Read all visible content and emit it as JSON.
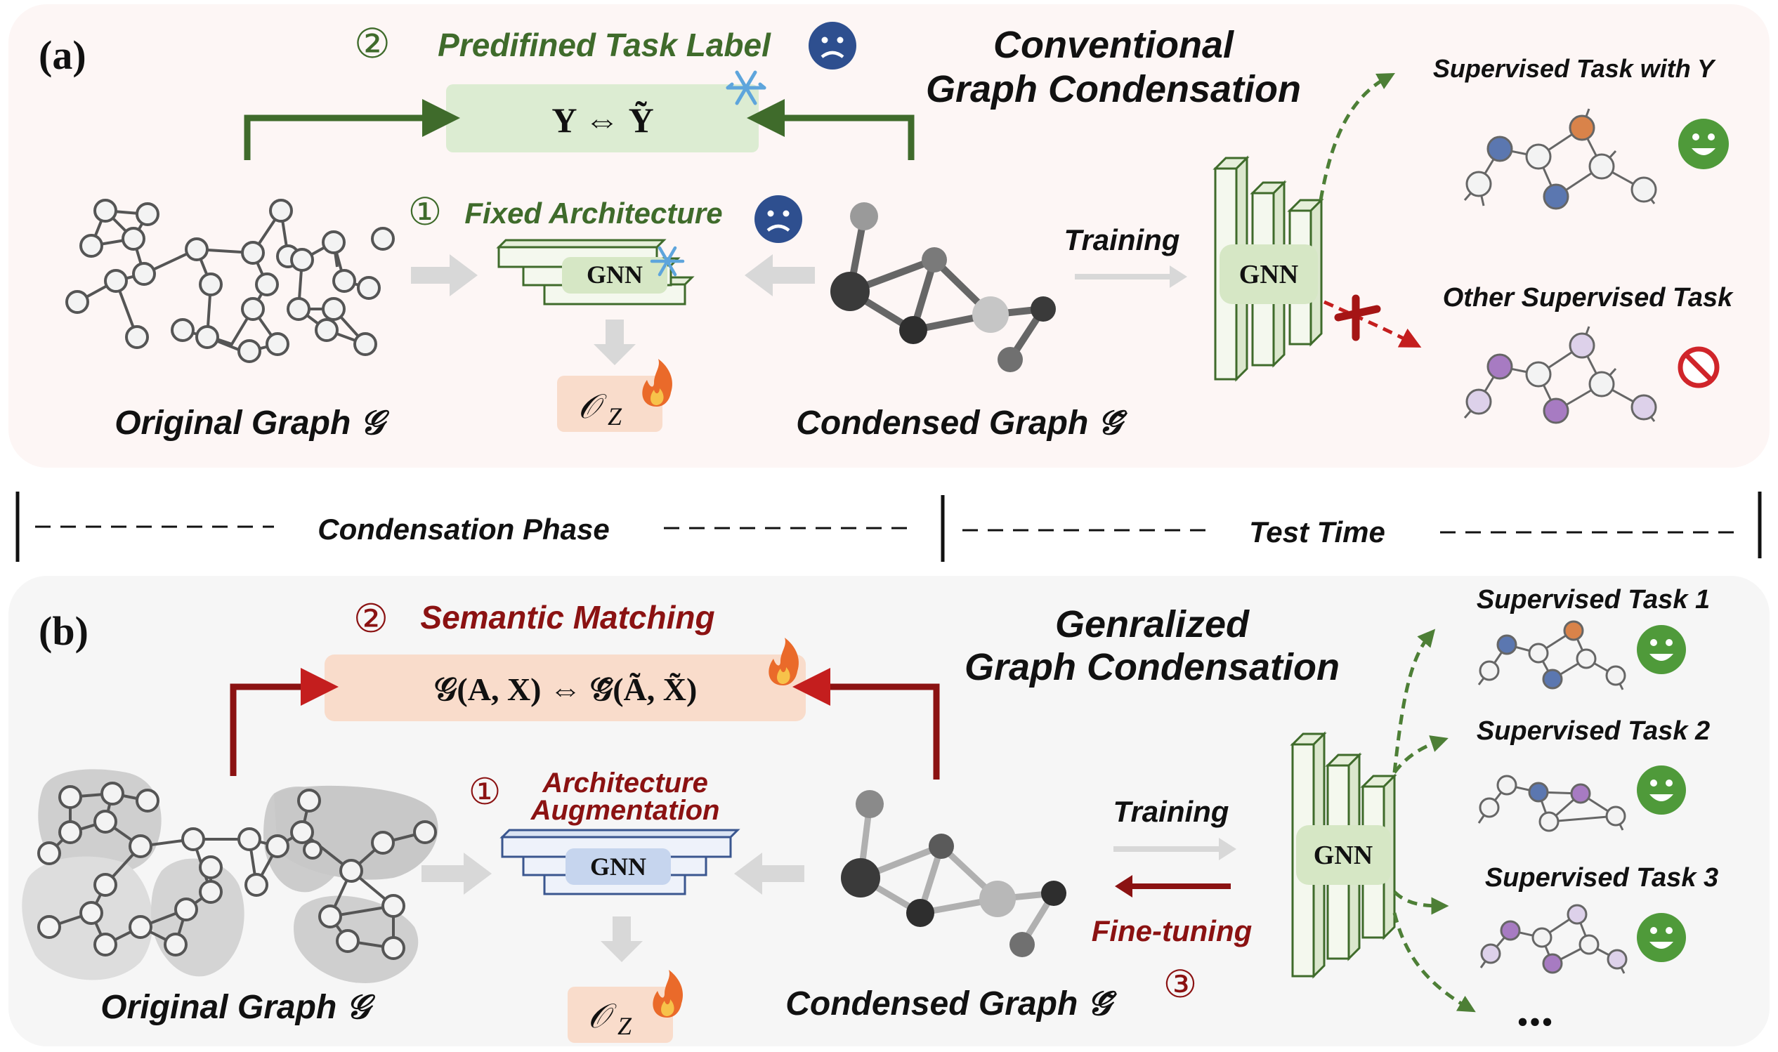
{
  "colors": {
    "green_dark": "#3f6b2b",
    "red_dark": "#8b1212",
    "green_box": "#dcecd2",
    "peach_box": "#f9dccb",
    "panel_a": "#fdf6f5",
    "panel_b": "#f6f6f6",
    "gnn_green": "#d6e7c5",
    "gnn_blue": "#c6d5ee",
    "node_blue": "#5b77b0",
    "node_orange": "#d9834a",
    "node_purple": "#a77bc2",
    "node_lilac": "#ddd1ea"
  },
  "panel_a": {
    "tag": "(a)",
    "title_line1": "Conventional",
    "title_line2": "Graph Condensation",
    "step2_num": "②",
    "step2_label": "Predifined Task Label",
    "match_formula": "Y ⇔ Ỹ",
    "step1_num": "①",
    "step1_label": "Fixed Architecture",
    "gnn_label": "GNN",
    "objective": "𝒪",
    "objective_sub": "Z",
    "original_label": "Original Graph 𝒢",
    "condensed_label": "Condensed Graph 𝒢̃",
    "training_label": "Training",
    "test_gnn_label": "GNN",
    "task1_label": "Supervised Task with Y",
    "task2_label": "Other Supervised Task"
  },
  "divider": {
    "left_label": "Condensation Phase",
    "right_label": "Test Time"
  },
  "panel_b": {
    "tag": "(b)",
    "title_line1": "Genralized",
    "title_line2": "Graph Condensation",
    "step2_num": "②",
    "step2_label": "Semantic Matching",
    "match_formula": "𝒢(A, X) ⇔ 𝒢̃(Ã, X̃)",
    "step1_num": "①",
    "step1_label_line1": "Architecture",
    "step1_label_line2": "Augmentation",
    "gnn_label": "GNN",
    "objective": "𝒪",
    "objective_sub": "Z",
    "original_label": "Original Graph 𝒢",
    "condensed_label": "Condensed Graph 𝒢̃",
    "training_label": "Training",
    "finetune_label": "Fine-tuning",
    "step3_num": "③",
    "test_gnn_label": "GNN",
    "task1_label": "Supervised Task 1",
    "task2_label": "Supervised Task 2",
    "task3_label": "Supervised Task 3",
    "more_label": "..."
  }
}
